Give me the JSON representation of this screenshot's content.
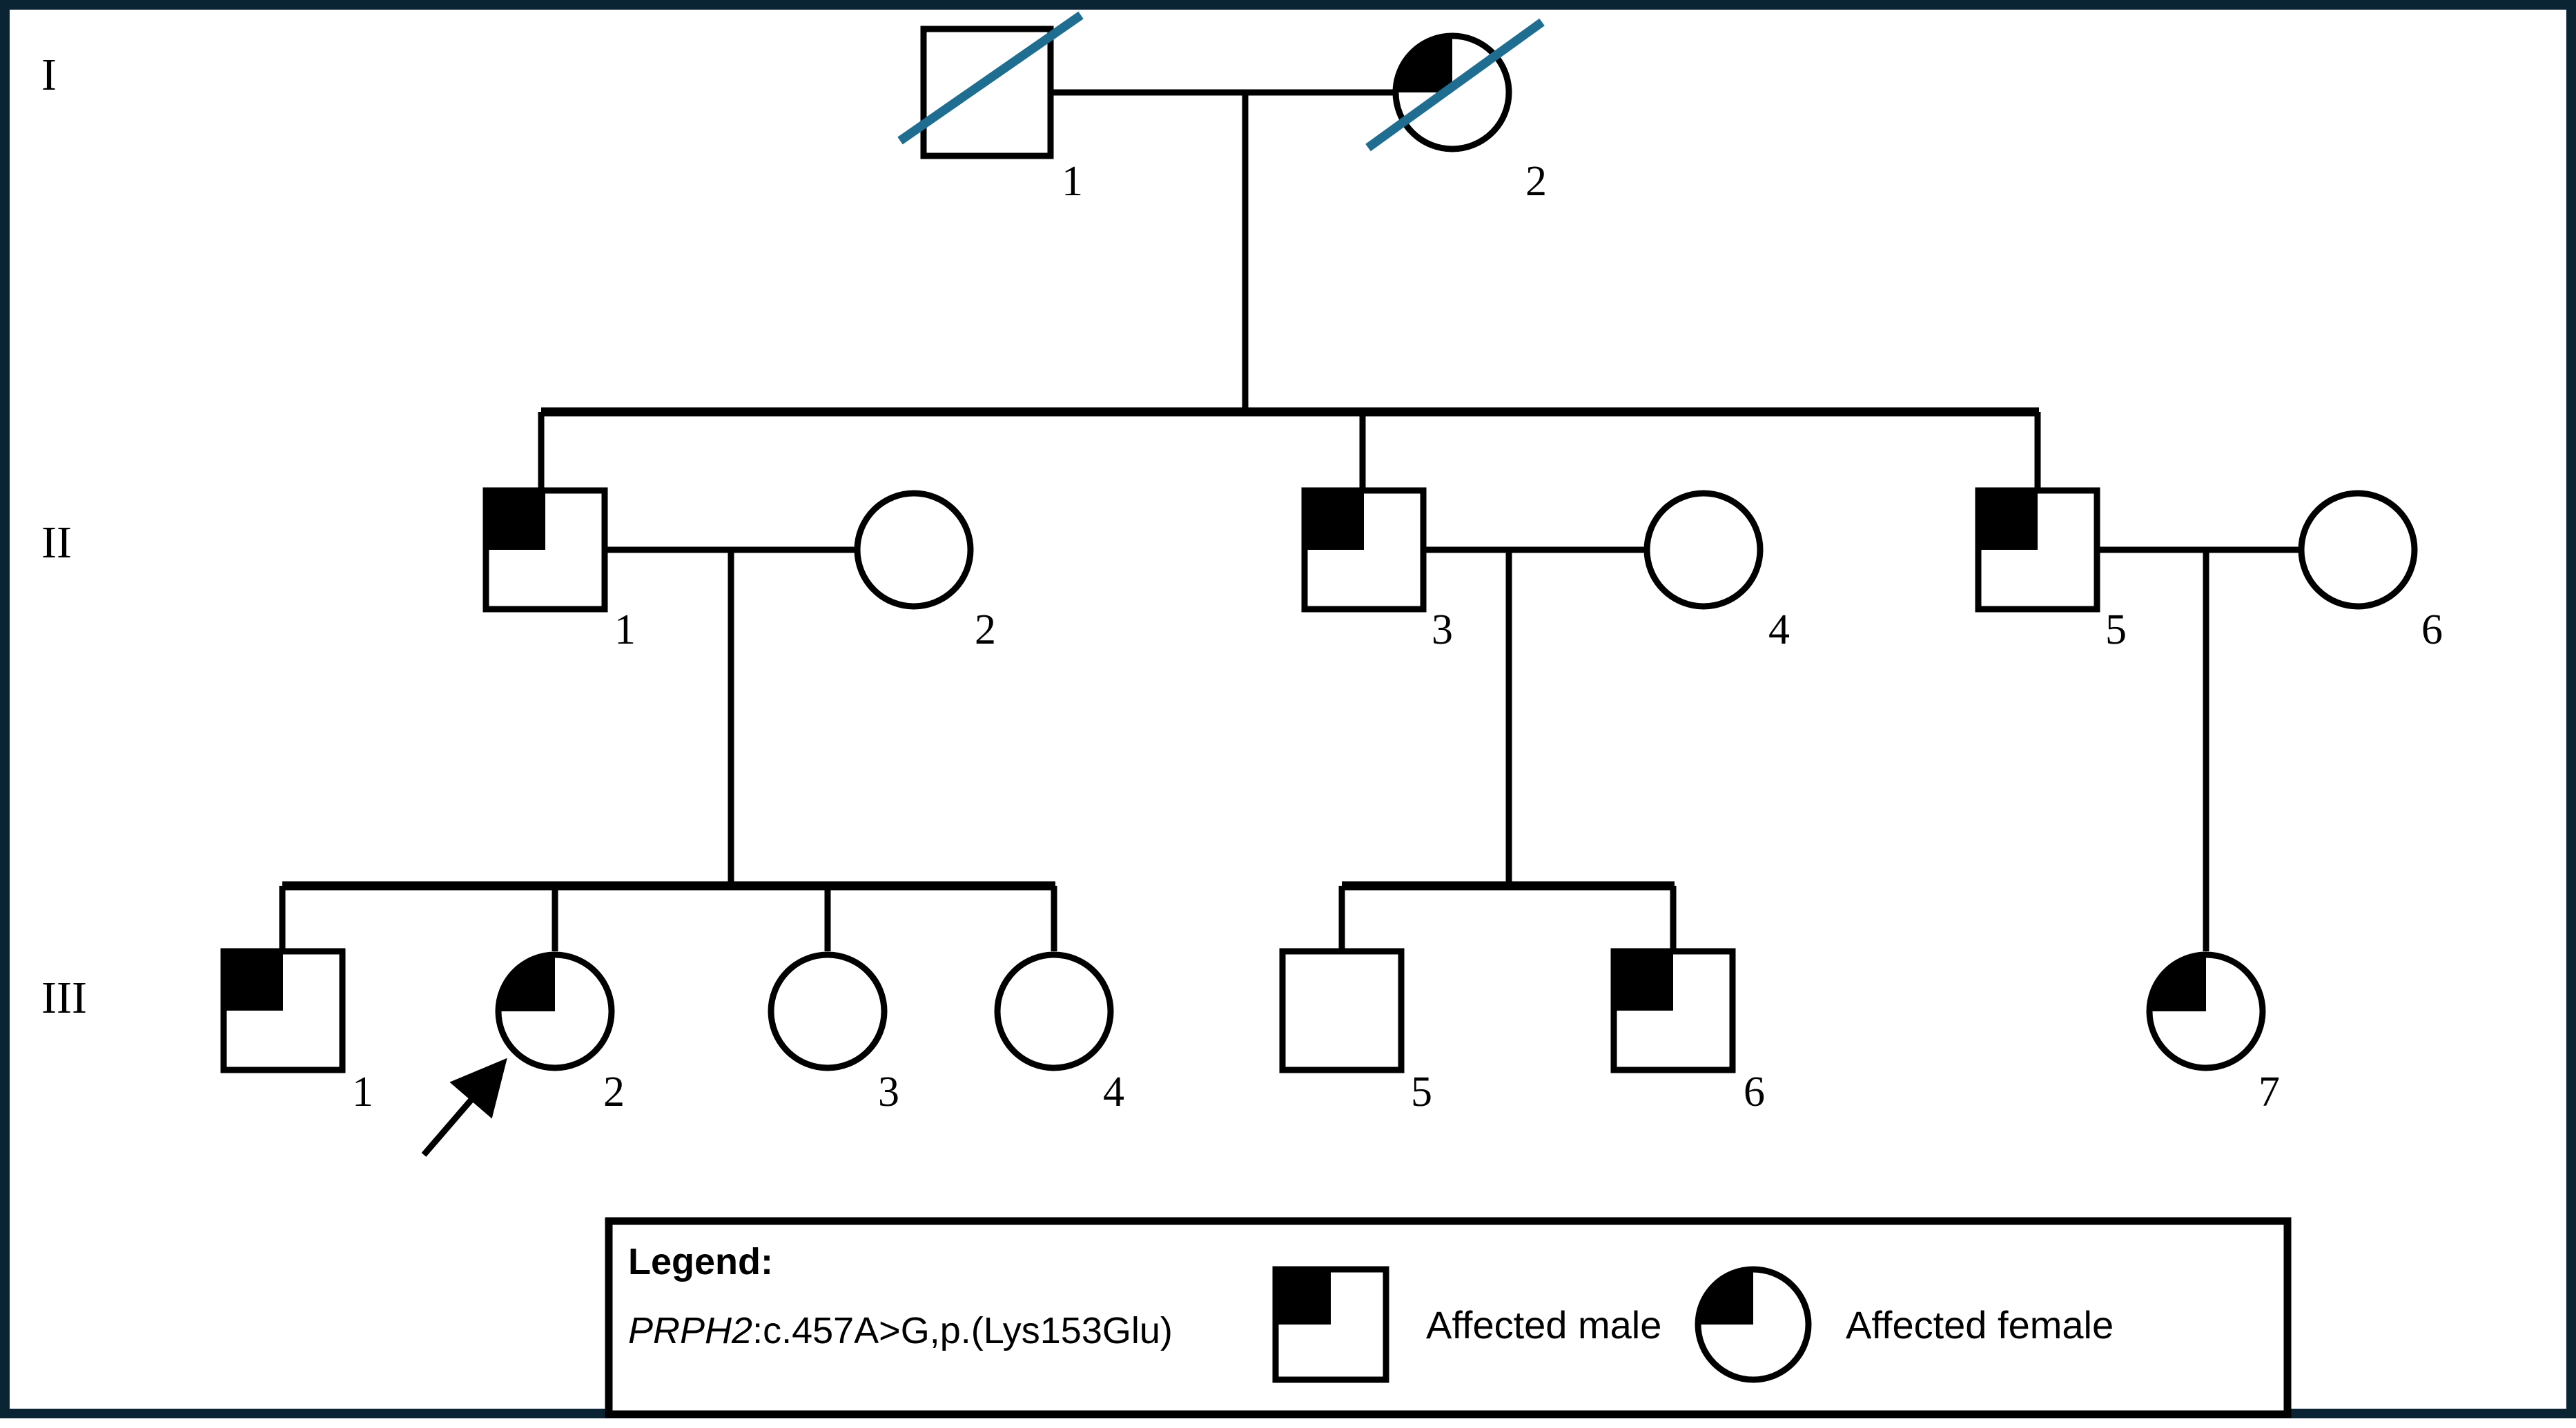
{
  "figure": {
    "type": "pedigree-chart",
    "border_color": "#0b2433",
    "symbol_stroke_color": "#000000",
    "affected_fill_color": "#000000",
    "deceased_slash_color": "#1f6e91",
    "background": "#ffffff"
  },
  "generation_labels": [
    {
      "id": "gen-I",
      "text": "I"
    },
    {
      "id": "gen-II",
      "text": "II"
    },
    {
      "id": "gen-III",
      "text": "III"
    }
  ],
  "individuals": [
    {
      "key": "I-1",
      "generation": "I",
      "number": "1",
      "sex": "male",
      "affected": false,
      "deceased": true,
      "proband": false
    },
    {
      "key": "I-2",
      "generation": "I",
      "number": "2",
      "sex": "female",
      "affected": true,
      "deceased": true,
      "proband": false
    },
    {
      "key": "II-1",
      "generation": "II",
      "number": "1",
      "sex": "male",
      "affected": true,
      "deceased": false,
      "proband": false
    },
    {
      "key": "II-2",
      "generation": "II",
      "number": "2",
      "sex": "female",
      "affected": false,
      "deceased": false,
      "proband": false
    },
    {
      "key": "II-3",
      "generation": "II",
      "number": "3",
      "sex": "male",
      "affected": true,
      "deceased": false,
      "proband": false
    },
    {
      "key": "II-4",
      "generation": "II",
      "number": "4",
      "sex": "female",
      "affected": false,
      "deceased": false,
      "proband": false
    },
    {
      "key": "II-5",
      "generation": "II",
      "number": "5",
      "sex": "male",
      "affected": true,
      "deceased": false,
      "proband": false
    },
    {
      "key": "II-6",
      "generation": "II",
      "number": "6",
      "sex": "female",
      "affected": false,
      "deceased": false,
      "proband": false
    },
    {
      "key": "III-1",
      "generation": "III",
      "number": "1",
      "sex": "male",
      "affected": true,
      "deceased": false,
      "proband": false
    },
    {
      "key": "III-2",
      "generation": "III",
      "number": "2",
      "sex": "female",
      "affected": true,
      "deceased": false,
      "proband": true
    },
    {
      "key": "III-3",
      "generation": "III",
      "number": "3",
      "sex": "female",
      "affected": false,
      "deceased": false,
      "proband": false
    },
    {
      "key": "III-4",
      "generation": "III",
      "number": "4",
      "sex": "female",
      "affected": false,
      "deceased": false,
      "proband": false
    },
    {
      "key": "III-5",
      "generation": "III",
      "number": "5",
      "sex": "male",
      "affected": false,
      "deceased": false,
      "proband": false
    },
    {
      "key": "III-6",
      "generation": "III",
      "number": "6",
      "sex": "male",
      "affected": true,
      "deceased": false,
      "proband": false
    },
    {
      "key": "III-7",
      "generation": "III",
      "number": "7",
      "sex": "female",
      "affected": true,
      "deceased": false,
      "proband": false
    }
  ],
  "id_numbers": {
    "I_1": "1",
    "I_2": "2",
    "II_1": "1",
    "II_2": "2",
    "II_3": "3",
    "II_4": "4",
    "II_5": "5",
    "II_6": "6",
    "III_1": "1",
    "III_2": "2",
    "III_3": "3",
    "III_4": "4",
    "III_5": "5",
    "III_6": "6",
    "III_7": "7"
  },
  "matings": [
    {
      "key": "I-1 x I-2",
      "partners": [
        "I-1",
        "I-2"
      ],
      "children": [
        "II-1",
        "II-3",
        "II-5"
      ]
    },
    {
      "key": "II-1 x II-2",
      "partners": [
        "II-1",
        "II-2"
      ],
      "children": [
        "III-1",
        "III-2",
        "III-3",
        "III-4"
      ]
    },
    {
      "key": "II-3 x II-4",
      "partners": [
        "II-3",
        "II-4"
      ],
      "children": [
        "III-5",
        "III-6"
      ]
    },
    {
      "key": "II-5 x II-6",
      "partners": [
        "II-5",
        "II-6"
      ],
      "children": [
        "III-7"
      ]
    }
  ],
  "legend": {
    "title": "Legend:",
    "gene_italic": "PRPH2",
    "variant": ":c.457A>G,p.(Lys153Glu)",
    "items": [
      {
        "key": "affected-male",
        "symbol": "square-upper-left-filled",
        "label": "Affected male"
      },
      {
        "key": "affected-female",
        "symbol": "circle-upper-left-filled",
        "label": "Affected female"
      }
    ]
  }
}
